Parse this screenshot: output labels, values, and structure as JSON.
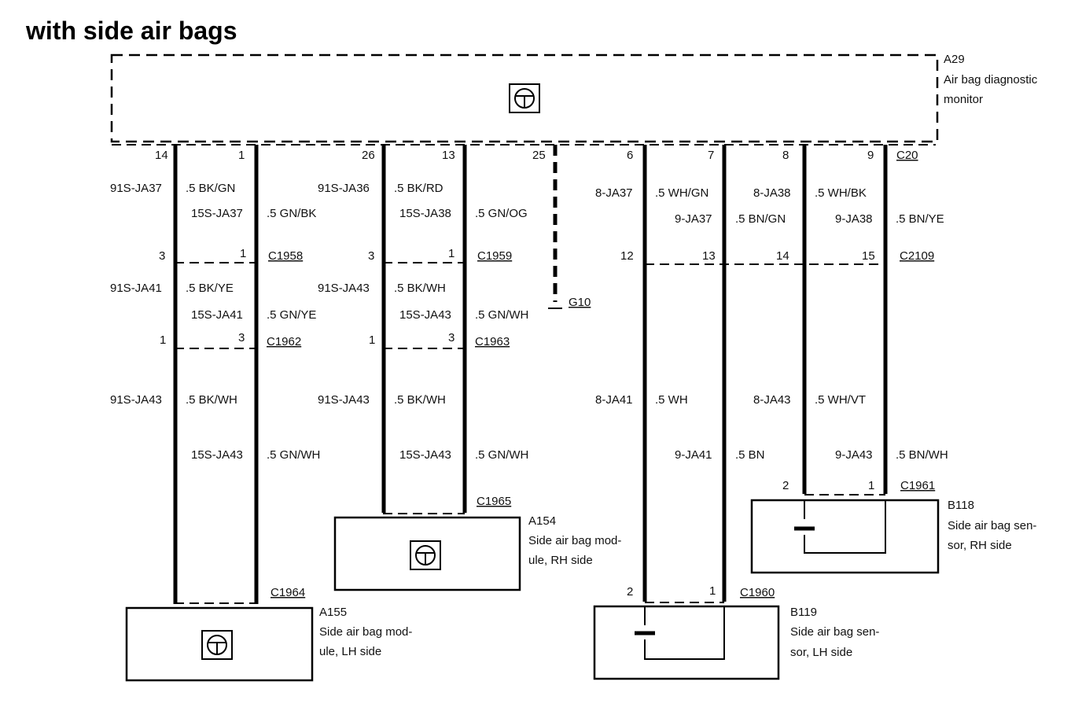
{
  "title": "with side air bags",
  "monitor": {
    "id": "A29",
    "name_line1": "Air bag diagnostic",
    "name_line2": "monitor",
    "connector": "C20"
  },
  "module_rh": {
    "id": "A154",
    "line1": "Side air bag mod-",
    "line2": "ule, RH side",
    "connector": "C1965"
  },
  "module_lh": {
    "id": "A155",
    "line1": "Side air bag mod-",
    "line2": "ule, LH side",
    "connector": "C1964"
  },
  "sensor_rh": {
    "id": "B118",
    "line1": "Side air bag sen-",
    "line2": "sor, RH side",
    "connector": "C1961"
  },
  "sensor_lh": {
    "id": "B119",
    "line1": "Side air bag sen-",
    "line2": "sor, LH side",
    "connector": "C1960"
  },
  "ground": {
    "id": "G10"
  },
  "connectors": {
    "c1958": "C1958",
    "c1962": "C1962",
    "c1959": "C1959",
    "c1963": "C1963",
    "c2109": "C2109"
  },
  "pins": {
    "a29_14": "14",
    "a29_1": "1",
    "a29_26": "26",
    "a29_13": "13",
    "a29_25": "25",
    "a29_6": "6",
    "a29_7": "7",
    "a29_8": "8",
    "a29_9": "9",
    "c1958_3": "3",
    "c1958_1": "1",
    "c1962_1": "1",
    "c1962_3": "3",
    "c1959_3": "3",
    "c1959_1": "1",
    "c1963_1": "1",
    "c1963_3": "3",
    "c2109_12": "12",
    "c2109_13": "13",
    "c2109_14": "14",
    "c2109_15": "15",
    "c1961_2": "2",
    "c1961_1": "1",
    "c1960_2": "2",
    "c1960_1": "1"
  },
  "wires": {
    "w1_top": "91S-JA37",
    "c1_top": ".5 BK/GN",
    "w2_top": "15S-JA37",
    "c2_top": ".5 GN/BK",
    "w3_top": "91S-JA36",
    "c3_top": ".5 BK/RD",
    "w4_top": "15S-JA38",
    "c4_top": ".5 GN/OG",
    "w6_top": "8-JA37",
    "c6_top": ".5 WH/GN",
    "w7_top": "9-JA37",
    "c7_top": ".5 BN/GN",
    "w8_top": "8-JA38",
    "c8_top": ".5 WH/BK",
    "w9_top": "9-JA38",
    "c9_top": ".5 BN/YE",
    "w1_mid": "91S-JA41",
    "c1_mid": ".5 BK/YE",
    "w2_mid": "15S-JA41",
    "c2_mid": ".5 GN/YE",
    "w3_mid": "91S-JA43",
    "c3_mid": ".5 BK/WH",
    "w4_mid": "15S-JA43",
    "c4_mid": ".5 GN/WH",
    "w1_bot": "91S-JA43",
    "c1_bot": ".5 BK/WH",
    "w2_bot": "15S-JA43",
    "c2_bot": ".5 GN/WH",
    "w3_bot": "91S-JA43",
    "c3_bot": ".5 BK/WH",
    "w4_bot": "15S-JA43",
    "c4_bot": ".5 GN/WH",
    "w6_bot": "8-JA41",
    "c6_bot": ".5 WH",
    "w7_bot": "9-JA41",
    "c7_bot": ".5 BN",
    "w8_bot": "8-JA43",
    "c8_bot": ".5 WH/VT",
    "w9_bot": "9-JA43",
    "c9_bot": ".5 BN/WH"
  }
}
